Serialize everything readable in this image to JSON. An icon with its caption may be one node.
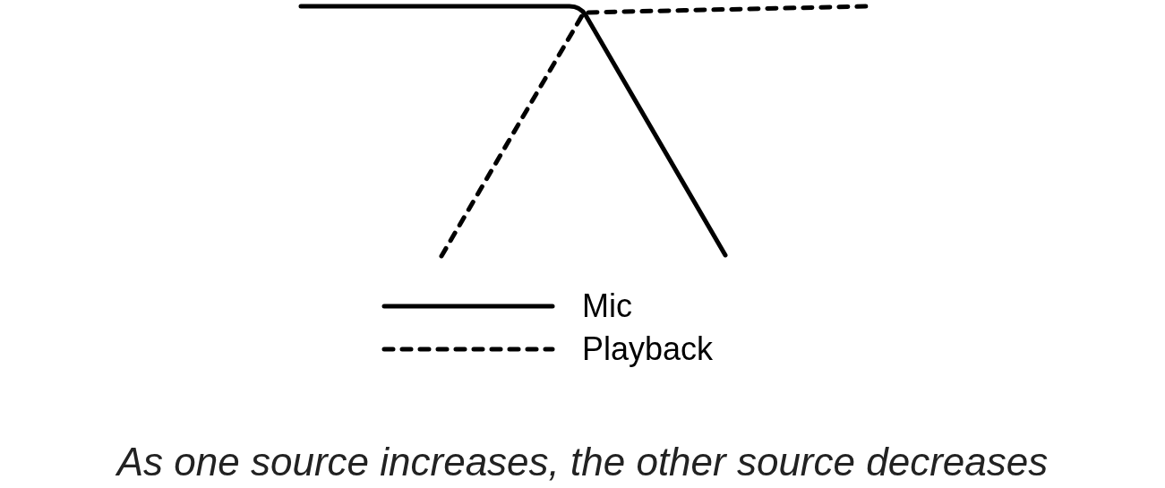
{
  "diagram": {
    "caption": "As one source increases, the other source decreases",
    "legend": [
      {
        "text": "Mic"
      },
      {
        "text": "Playback"
      }
    ]
  }
}
